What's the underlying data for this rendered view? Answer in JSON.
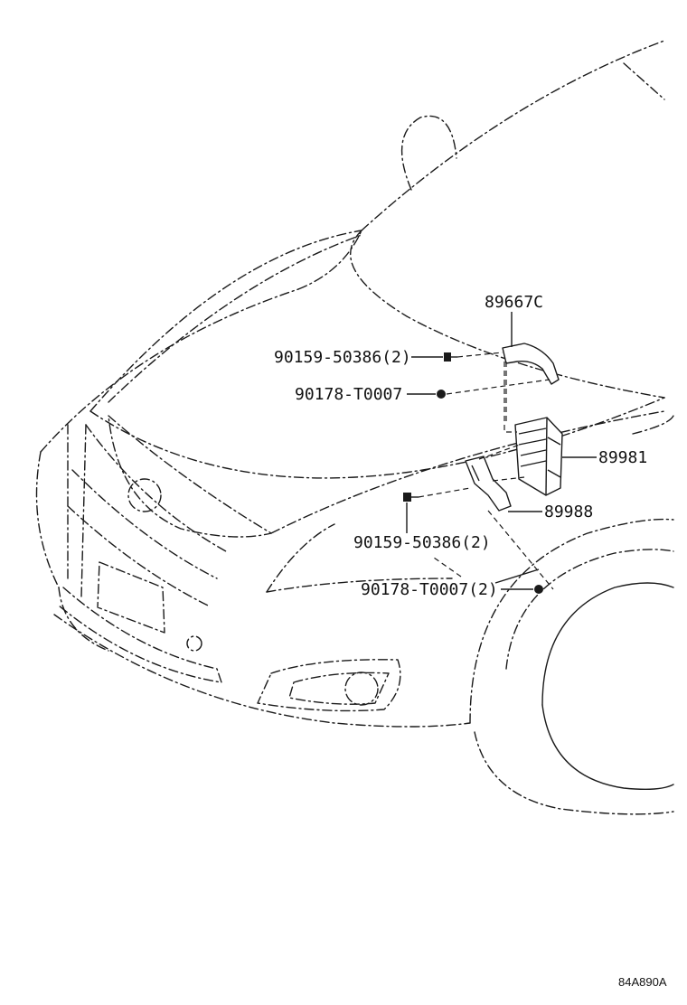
{
  "labels": {
    "part_89667C": "89667C",
    "bolt_upper": "90159-50386(2)",
    "nut_upper": "90178-T0007",
    "part_89981": "89981",
    "part_89988": "89988",
    "bolt_lower": "90159-50386(2)",
    "nut_lower": "90178-T0007(2)"
  },
  "diagram_code": "84A890A"
}
